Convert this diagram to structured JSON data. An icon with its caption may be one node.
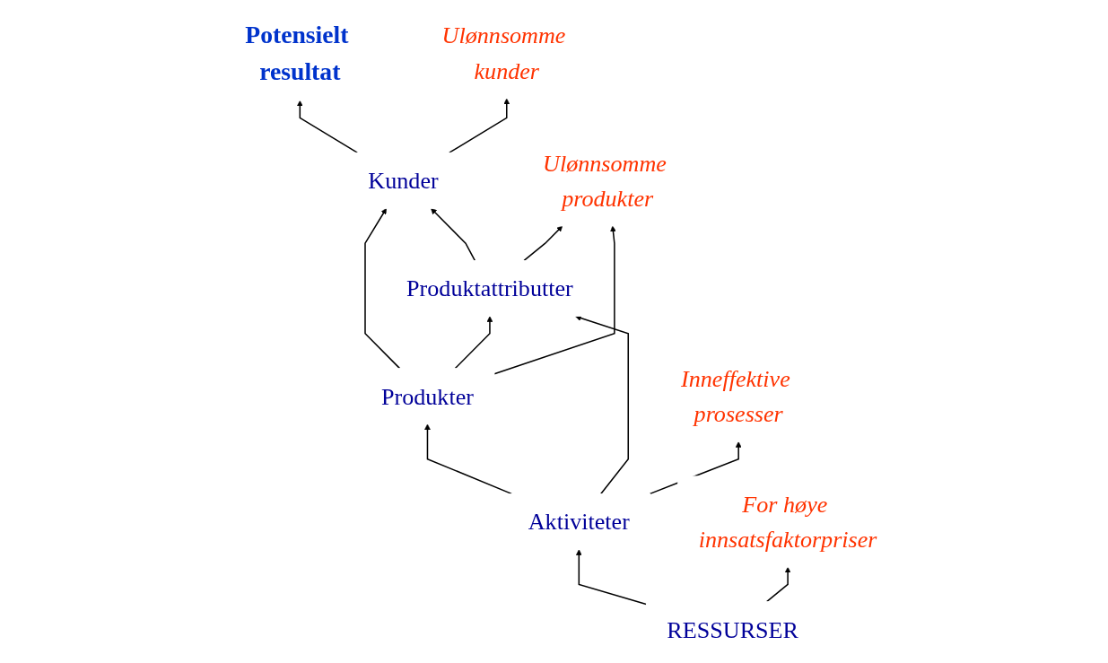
{
  "diagram": {
    "nodes": [
      {
        "text": [
          "Potensielt resultat"
        ]
      },
      {
        "text": [
          "Kunder"
        ]
      },
      {
        "text": [
          "Produktattributter"
        ]
      },
      {
        "text": [
          "Ulønnsomme kunder"
        ]
      },
      {
        "text": [
          "Produkter"
        ]
      },
      {
        "text": [
          "Ulønnsomme produkter"
        ]
      },
      {
        "text": [
          "Aktiviteter"
        ]
      },
      {
        "text": [
          "Inneffektive prosesser"
        ]
      },
      {
        "text": [
          "RESSURSER"
        ]
      },
      {
        "text": [
          "For høye innsatsfaktorpriser"
        ]
      }
    ],
    "edges": [
      {
        "from": 1,
        "to": 0,
        "arrow": "to"
      },
      {
        "from": 2,
        "to": 1,
        "arrow": "to"
      },
      {
        "from": 1,
        "to": 3,
        "arrow": "to"
      },
      {
        "from": 4,
        "to": 1,
        "arrow": "to"
      },
      {
        "from": 4,
        "to": 2,
        "arrow": "to"
      },
      {
        "from": 2,
        "to": 5,
        "arrow": "to"
      },
      {
        "from": 4,
        "to": 5,
        "arrow": "to"
      },
      {
        "from": 6,
        "to": 4,
        "arrow": "to"
      },
      {
        "from": 6,
        "to": 2,
        "arrow": "to"
      },
      {
        "from": 6,
        "to": 7,
        "arrow": "to"
      },
      {
        "from": 8,
        "to": 6,
        "arrow": "to"
      },
      {
        "from": 8,
        "to": 9,
        "arrow": "to"
      }
    ]
  }
}
